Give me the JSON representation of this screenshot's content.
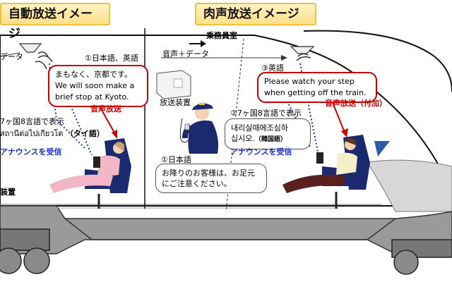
{
  "left": {
    "header": "自動放送イメージ",
    "speaker_label": "データ",
    "bubble_title": "①日本語、英語",
    "bubble_lines": [
      "まもなく、京都です。",
      "We will soon make a",
      "brief stop at Kyoto."
    ],
    "audio_label": "音声放送",
    "display_title": "7ヶ国8言語で表示",
    "thai_text": "สถานีต่อไปเกียวโต",
    "thai_tag": "（タイ語）",
    "receive_label": "アナウンスを受信",
    "device_label": "装置"
  },
  "right": {
    "header": "肉声放送イメージ",
    "crew_room": "乗務員室",
    "voice_data": "音声＋データ",
    "device_label": "放送装置",
    "english_label": "③英語",
    "english_lines": [
      "Please watch your step",
      "when getting off the train."
    ],
    "audio_label": "音声放送",
    "audio_tag": "（付加）",
    "display_title": "②7ヶ国8言語で表示",
    "korean_lines": [
      "내리실때에조심하",
      "십시오."
    ],
    "korean_tag": "（韓国語）",
    "receive_label": "アナウンスを受信",
    "japanese_title": "①日本語",
    "japanese_lines": [
      "お降りのお客様は、お足元",
      "にご注意ください。"
    ]
  },
  "colors": {
    "header_fill": "#ffe08a",
    "accent_red": "#d00000",
    "accent_blue": "#1a33c8",
    "seat_blue": "#1b2a6e"
  }
}
